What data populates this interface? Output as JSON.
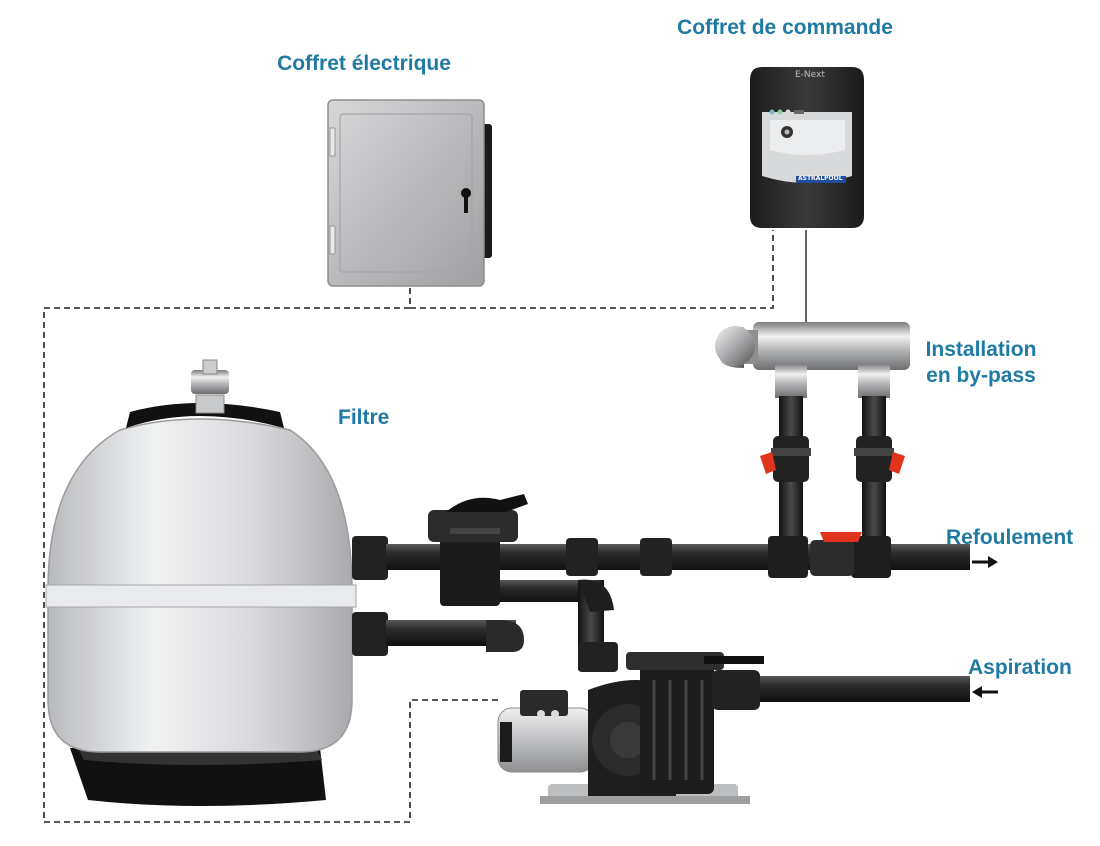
{
  "labels": {
    "coffret_commande": "Coffret de commande",
    "coffret_electrique": "Coffret électrique",
    "installation_line1": "Installation",
    "installation_line2": "en by-pass",
    "filtre": "Filtre",
    "refoulement": "Refoulement",
    "aspiration": "Aspiration"
  },
  "device": {
    "brand": "E-Next",
    "maker": "ASTRALPOOL"
  },
  "colors": {
    "label_blue": "#1f7ba4",
    "pipe": "#2a2a2a",
    "valve_handle": "#e0341c",
    "filter_body": "#e2e3e5",
    "cabinet": "#bcbdbf",
    "control_box": "#2b2b2d"
  },
  "icons": {
    "refoulement_arrow": "arrow-right-icon",
    "aspiration_arrow": "arrow-left-icon"
  }
}
